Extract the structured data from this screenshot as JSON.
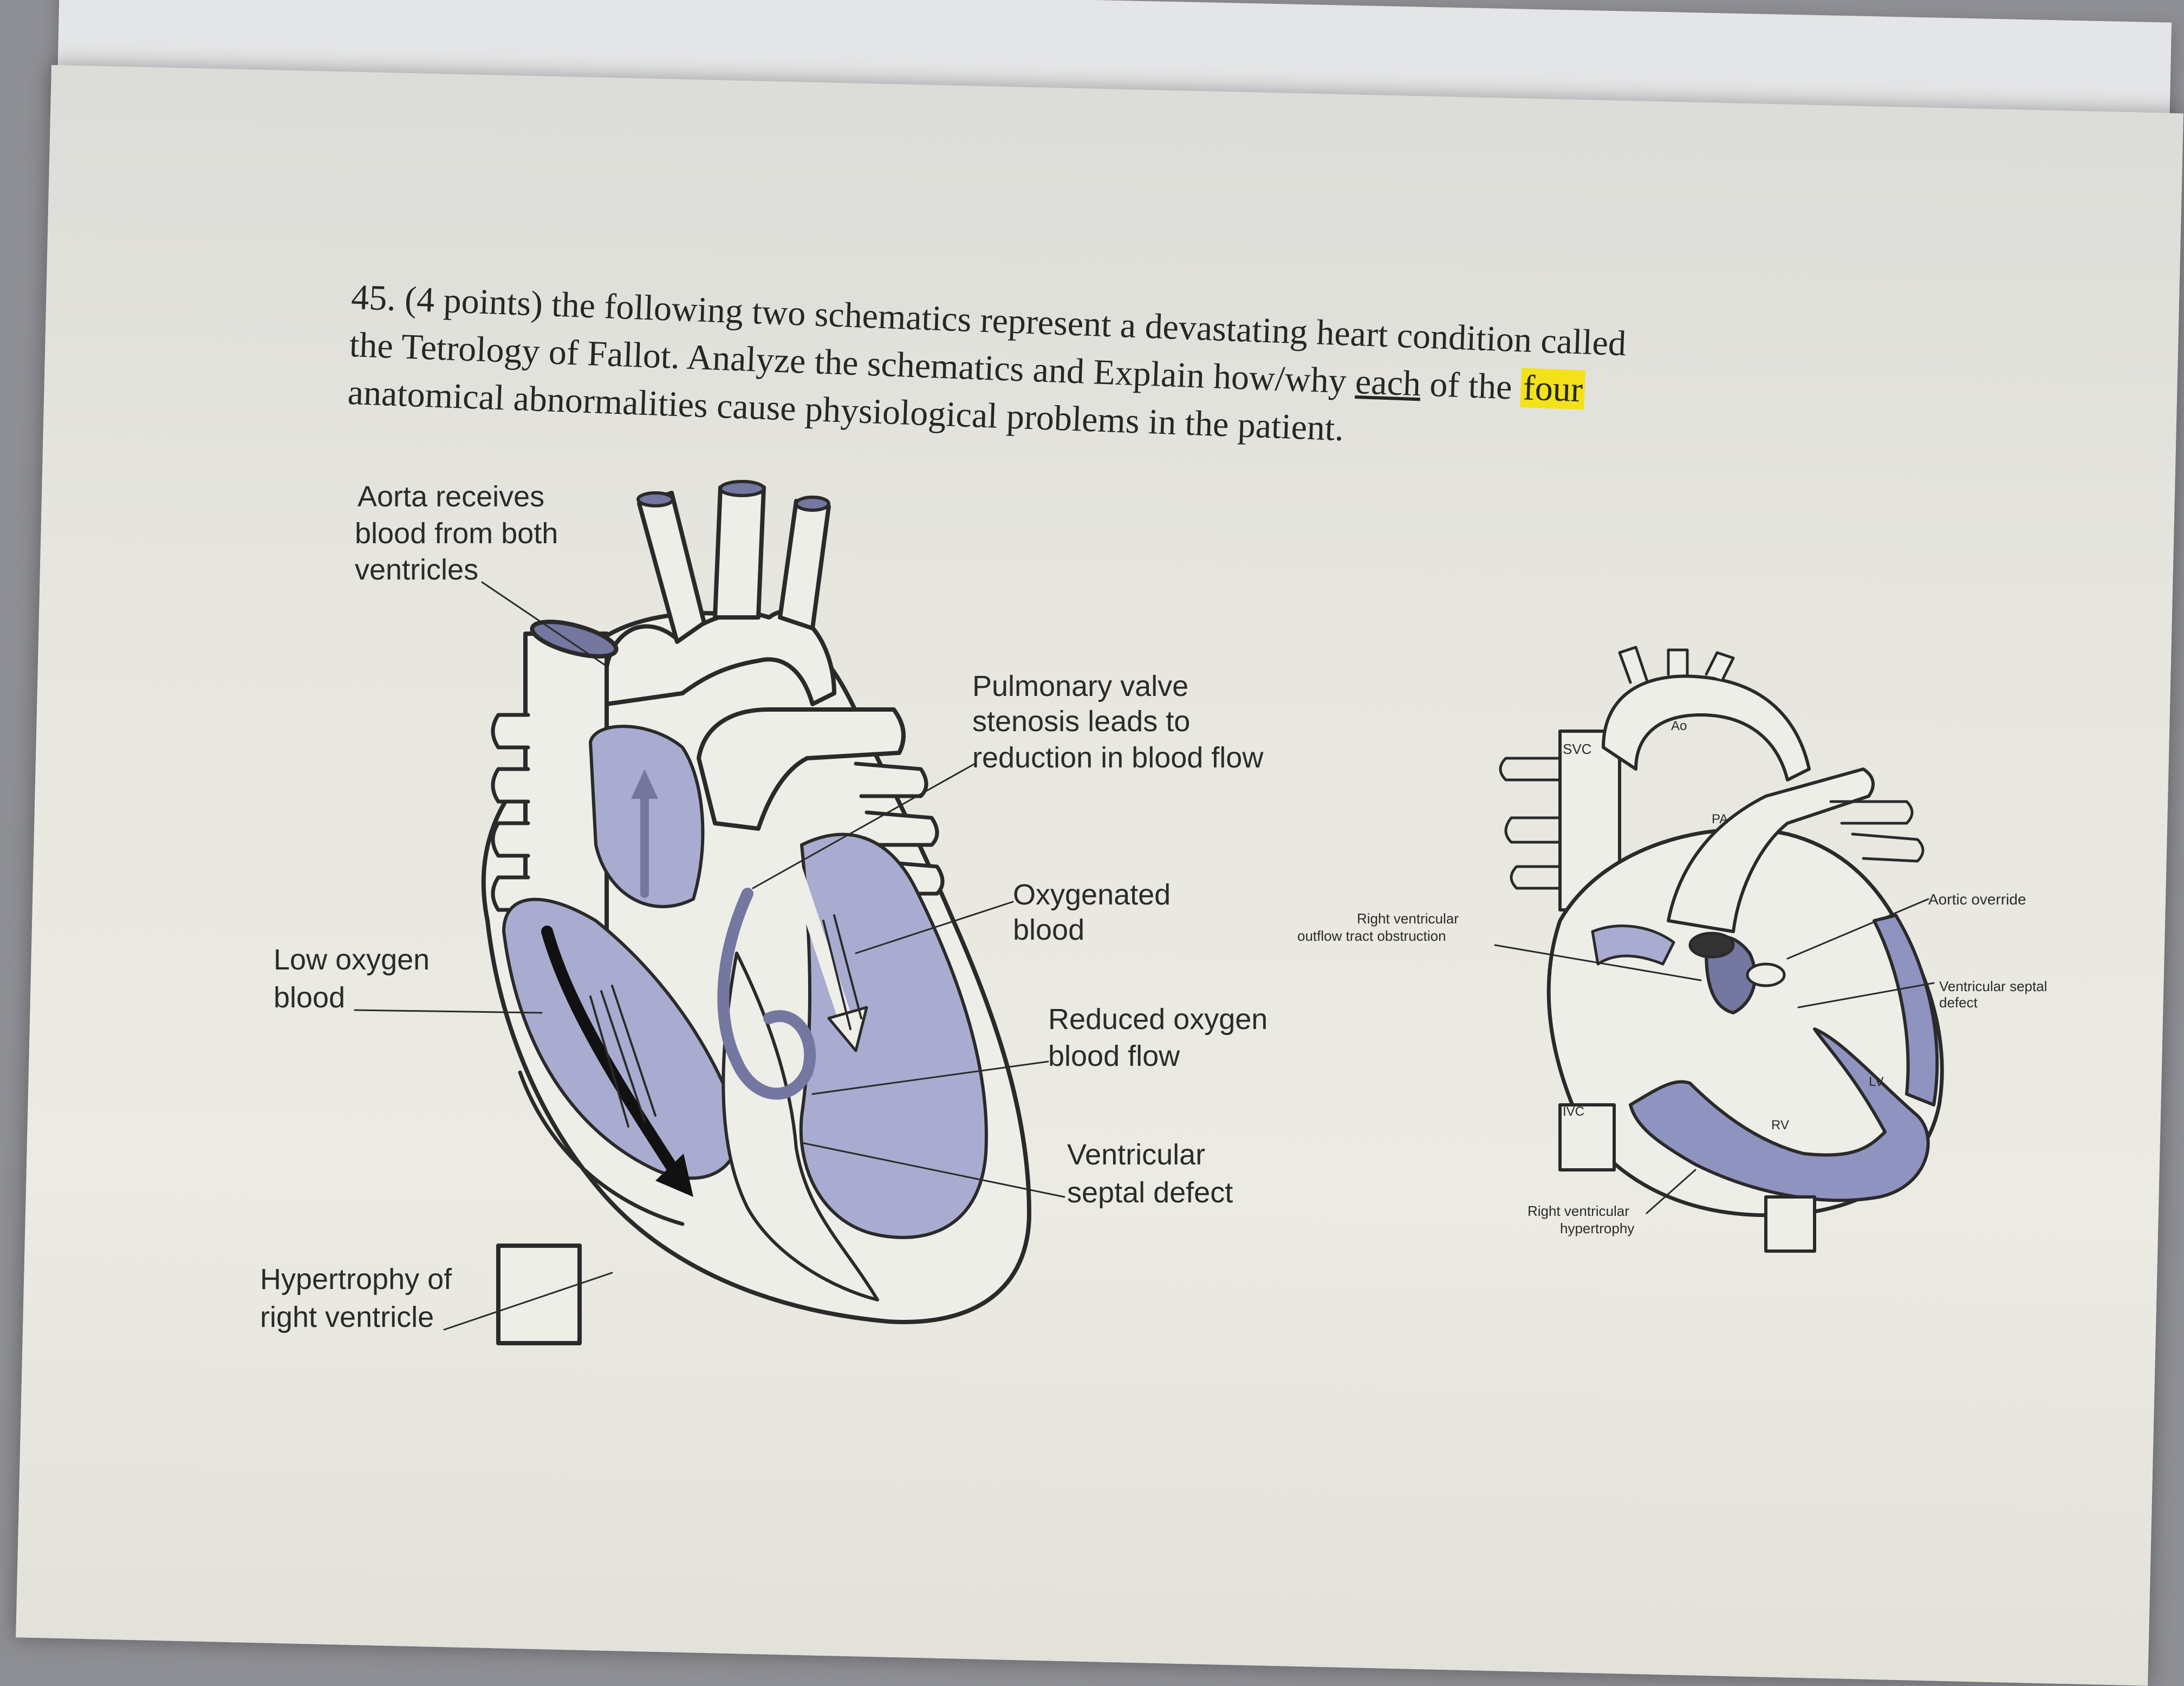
{
  "question": {
    "line1": "45. (4 points) the following two schematics represent a devastating heart condition called",
    "line2": "the Tetrology of Fallot.   Analyze the schematics and Explain how/why ",
    "line3_pre": "anatomical abnormalities cause physiological problems in the patient.",
    "each_word": "each",
    "mid_text": " of the ",
    "four_word": "four"
  },
  "left_diagram": {
    "labels": {
      "aorta_1": "Aorta receives",
      "aorta_2": "blood from both",
      "aorta_3": "ventricles",
      "pulm_1": "Pulmonary valve",
      "pulm_2": "stenosis leads to",
      "pulm_3": "reduction in blood flow",
      "oxy_1": "Oxygenated",
      "oxy_2": "blood",
      "low_1": "Low oxygen",
      "low_2": "blood",
      "red_1": "Reduced oxygen",
      "red_2": "blood flow",
      "vsd_1": "Ventricular",
      "vsd_2": "septal defect",
      "hyp_1": "Hypertrophy of",
      "hyp_2": "right ventricle"
    }
  },
  "right_diagram": {
    "labels": {
      "svc": "SVC",
      "ao": "Ao",
      "pa": "PA",
      "ivc": "IVC",
      "rv": "RV",
      "lv": "LV",
      "rvoto_1": "Right ventricular",
      "rvoto_2": "outflow tract obstruction",
      "aortic_override": "Aortic override",
      "vsd_1": "Ventricular septal",
      "vsd_2": "defect",
      "rvh_1": "Right ventricular",
      "rvh_2": "hypertrophy"
    }
  },
  "colors": {
    "fill_light": "#eeeee8",
    "fill_blue": "#a9acd0",
    "fill_blue_mid": "#8f93c0",
    "fill_blue_dark": "#74779f",
    "stroke": "#2a2a2a",
    "highlight": "#f3e21a",
    "text": "#262626"
  }
}
